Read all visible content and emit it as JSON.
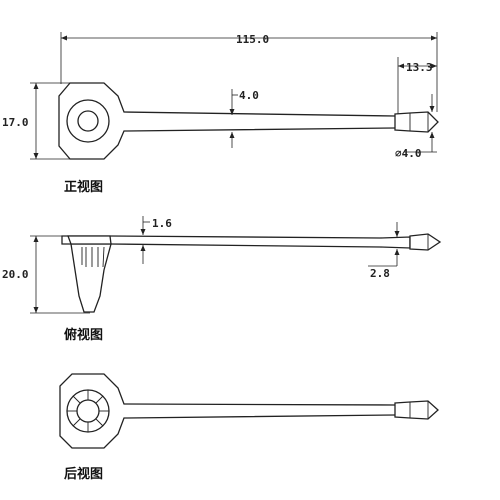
{
  "views": {
    "front": {
      "caption": "正视图",
      "dims": {
        "overall_length": "115.0",
        "tip_length": "13.3",
        "stem_thickness": "4.0",
        "head_height": "17.0",
        "tip_diameter": "⌀4.0"
      }
    },
    "top": {
      "caption": "俯视图",
      "dims": {
        "plate_thickness": "1.6",
        "prong_height": "20.0",
        "shaft_diameter": "2.8"
      }
    },
    "back": {
      "caption": "后视图"
    }
  }
}
